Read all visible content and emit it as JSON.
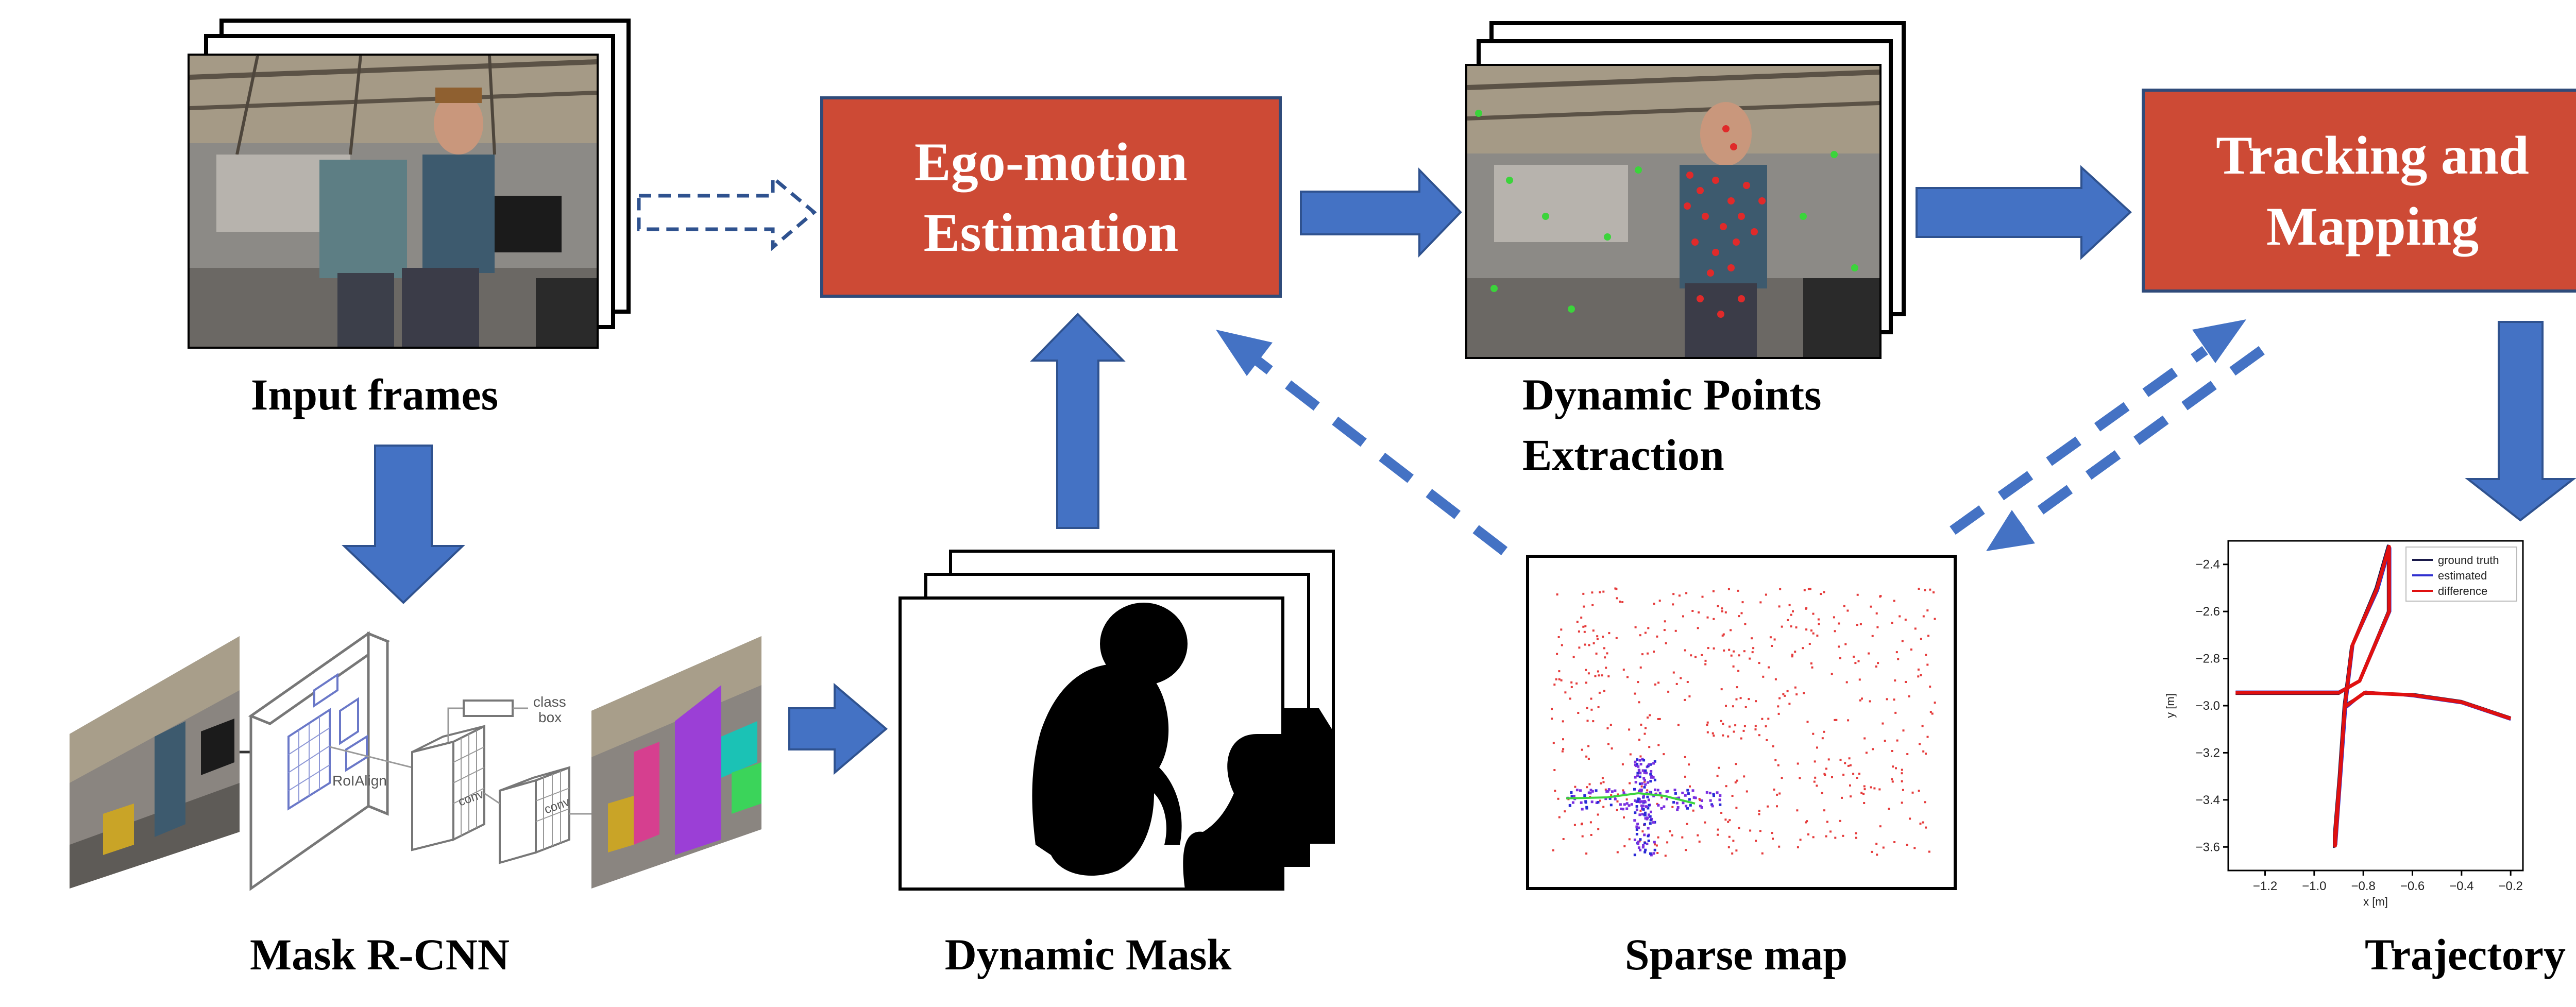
{
  "colors": {
    "process_box": "#CD4A35",
    "process_border": "#2F4B7A",
    "arrow": "#4472C4",
    "arrow_border": "#2F528F",
    "dashed_arrow": "#2F528F"
  },
  "labels": {
    "input_frames": "Input frames",
    "mask_rcnn": "Mask R-CNN",
    "dynamic_mask": "Dynamic Mask",
    "dynamic_points_1": "Dynamic Points",
    "dynamic_points_2": "Extraction",
    "sparse_map": "Sparse map",
    "trajectory": "Trajectory"
  },
  "boxes": {
    "ego_motion_1": "Ego-motion",
    "ego_motion_2": "Estimation",
    "tracking_1": "Tracking and",
    "tracking_2": "Mapping"
  },
  "mask_rcnn_inner": {
    "roialign": "RoIAlign",
    "conv1": "conv",
    "conv2": "conv",
    "class": "class",
    "box": "box"
  },
  "chart_data": {
    "type": "line",
    "xlabel": "x [m]",
    "ylabel": "y [m]",
    "xlim": [
      -1.35,
      -0.15
    ],
    "ylim": [
      -3.7,
      -2.3
    ],
    "x_ticks": [
      -1.2,
      -1.0,
      -0.8,
      -0.6,
      -0.4,
      -0.2
    ],
    "y_ticks": [
      -2.4,
      -2.6,
      -2.8,
      -3.0,
      -3.2,
      -3.4,
      -3.6
    ],
    "x_tick_labels": [
      "−1.2",
      "−1.0",
      "−0.8",
      "−0.6",
      "−0.4",
      "−0.2"
    ],
    "y_tick_labels": [
      "−2.4",
      "−2.6",
      "−2.8",
      "−3.0",
      "−3.2",
      "−3.4",
      "−3.6"
    ],
    "legend_position": "top-right",
    "grid": false,
    "series": [
      {
        "name": "ground truth",
        "color": "#1a1a4a",
        "x": [
          -1.32,
          -1.1,
          -0.9,
          -0.82,
          -0.7,
          -0.7,
          -0.75,
          -0.85,
          -0.88,
          -0.9,
          -0.92,
          -0.92,
          -0.88,
          -0.8,
          -0.6,
          -0.4,
          -0.2
        ],
        "y": [
          -2.95,
          -2.95,
          -2.95,
          -2.9,
          -2.6,
          -2.32,
          -2.5,
          -2.75,
          -3.0,
          -3.3,
          -3.55,
          -3.6,
          -3.0,
          -2.95,
          -2.95,
          -2.98,
          -3.05
        ]
      },
      {
        "name": "estimated",
        "color": "#3030d0",
        "x": [
          -1.32,
          -1.1,
          -0.9,
          -0.81,
          -0.69,
          -0.69,
          -0.74,
          -0.84,
          -0.87,
          -0.89,
          -0.91,
          -0.91,
          -0.87,
          -0.79,
          -0.6,
          -0.4,
          -0.2
        ],
        "y": [
          -2.94,
          -2.94,
          -2.94,
          -2.89,
          -2.6,
          -2.33,
          -2.51,
          -2.74,
          -3.0,
          -3.3,
          -3.54,
          -3.59,
          -3.01,
          -2.94,
          -2.96,
          -2.99,
          -3.06
        ]
      },
      {
        "name": "difference",
        "color": "#e01010",
        "x": [
          -1.32,
          -1.1,
          -0.9,
          -0.815,
          -0.695,
          -0.695,
          -0.745,
          -0.845,
          -0.875,
          -0.895,
          -0.915,
          -0.915,
          -0.875,
          -0.795,
          -0.6,
          -0.4,
          -0.2
        ],
        "y": [
          -2.945,
          -2.945,
          -2.945,
          -2.895,
          -2.6,
          -2.325,
          -2.505,
          -2.745,
          -3.0,
          -3.3,
          -3.545,
          -3.595,
          -3.005,
          -2.945,
          -2.955,
          -2.985,
          -3.055
        ]
      }
    ]
  }
}
